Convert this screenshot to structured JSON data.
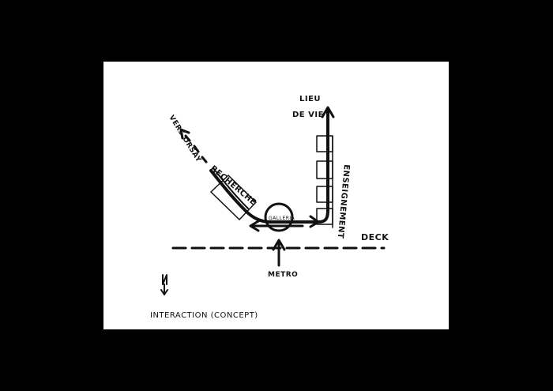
{
  "labels": {
    "vers_orsay": "VERS ORSAY",
    "lieu": "LIEU",
    "de_vie": "DE VIE",
    "recherche": "RECHERCHE",
    "galleria": "GALLERIA",
    "enseignement": "ENSEIGNEMENT",
    "deck": "DECK",
    "metro": "METRO",
    "north": "N",
    "caption": "INTERACTION (CONCEPT)"
  },
  "colors": {
    "background": "#000000",
    "sheet": "#ffffff",
    "ink": "#111111"
  },
  "icons": {
    "north_arrow": "north-arrow-icon"
  }
}
